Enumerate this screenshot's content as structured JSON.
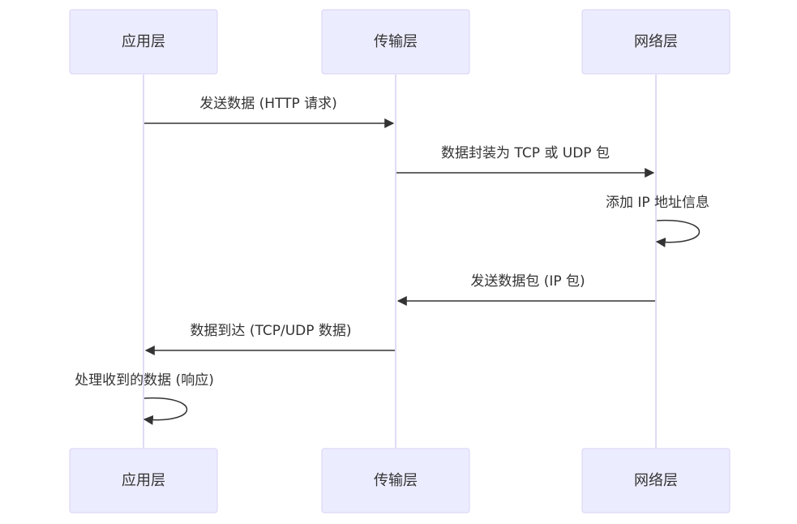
{
  "diagram": {
    "participants": [
      {
        "id": "app",
        "label": "应用层"
      },
      {
        "id": "transport",
        "label": "传输层"
      },
      {
        "id": "network",
        "label": "网络层"
      }
    ],
    "messages": [
      {
        "from": "app",
        "to": "transport",
        "label": "发送数据 (HTTP 请求)"
      },
      {
        "from": "transport",
        "to": "network",
        "label": "数据封装为 TCP 或 UDP 包"
      },
      {
        "from": "network",
        "to": "network",
        "label": "添加 IP 地址信息"
      },
      {
        "from": "network",
        "to": "transport",
        "label": "发送数据包 (IP 包)"
      },
      {
        "from": "transport",
        "to": "app",
        "label": "数据到达 (TCP/UDP 数据)"
      },
      {
        "from": "app",
        "to": "app",
        "label": "处理收到的数据 (响应)"
      }
    ],
    "colors": {
      "actor_fill": "#ececff",
      "actor_stroke": "#d7d2f3",
      "lifeline": "#e0dbf5",
      "line": "#333333",
      "text": "#333333"
    }
  }
}
